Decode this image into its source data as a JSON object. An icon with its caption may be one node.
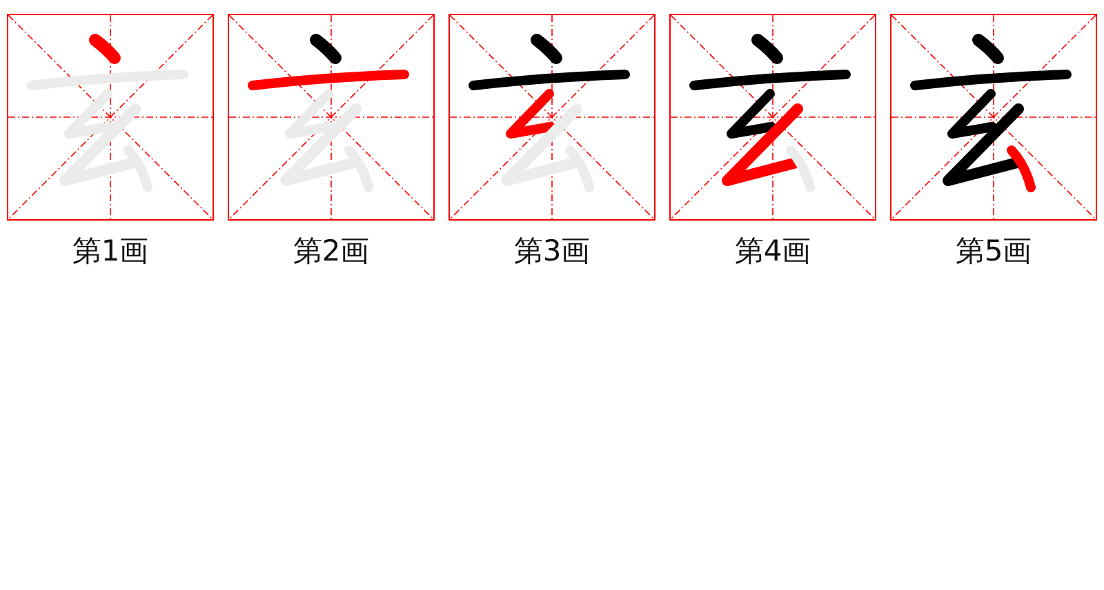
{
  "diagram": {
    "nodes": [
      {
        "text": [],
        "shape": "picture",
        "beside": [
          "第1画"
        ]
      },
      {
        "text": [],
        "shape": "picture",
        "beside": [
          "第2画"
        ]
      },
      {
        "text": [],
        "shape": "picture",
        "beside": [
          "第3画"
        ]
      },
      {
        "text": [],
        "shape": "picture",
        "beside": [
          "第4画"
        ]
      },
      {
        "text": [],
        "shape": "picture",
        "beside": [
          "第5画"
        ]
      }
    ],
    "edges": []
  }
}
